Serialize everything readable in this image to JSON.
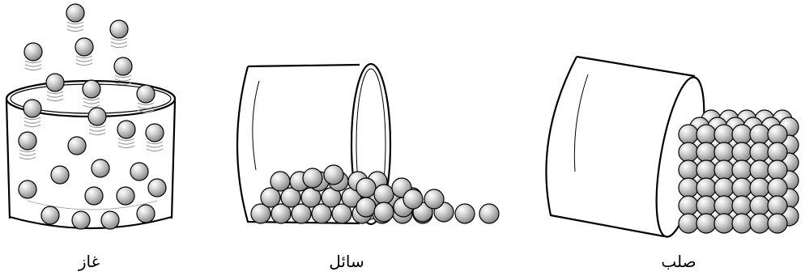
{
  "labels": {
    "gas": "غاز",
    "liquid": "سائل",
    "solid": "صلب"
  },
  "colors": {
    "outline": "#000000",
    "particle_light": "#f2f2f2",
    "particle_dark": "#8c8c8c",
    "motion_lines": "#9a9a9a"
  }
}
